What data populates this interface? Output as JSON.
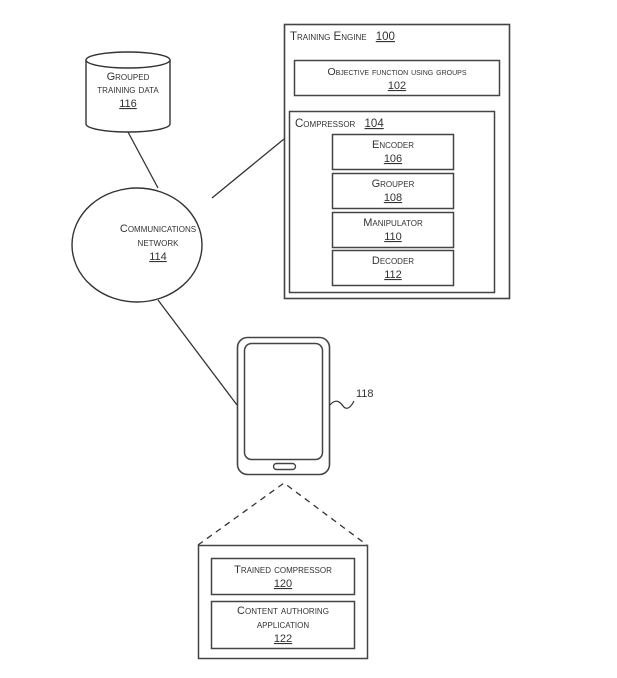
{
  "diagram": {
    "training_engine": {
      "label": "Training Engine",
      "number": "100"
    },
    "objective_function": {
      "label": "Objective function using groups",
      "number": "102"
    },
    "compressor": {
      "label": "Compressor",
      "number": "104"
    },
    "compressor_modules": [
      {
        "label": "Encoder",
        "number": "106"
      },
      {
        "label": "Grouper",
        "number": "108"
      },
      {
        "label": "Manipulator",
        "number": "110"
      },
      {
        "label": "Decoder",
        "number": "112"
      }
    ],
    "grouped_training_data": {
      "line1": "Grouped",
      "line2": "training data",
      "number": "116"
    },
    "communications_network": {
      "line1": "Communications",
      "line2": "network",
      "number": "114"
    },
    "client_device": {
      "number": "118"
    },
    "device_contents": [
      {
        "line1": "Trained compressor",
        "line2": "",
        "number": "120"
      },
      {
        "line1": "Content authoring",
        "line2": "application",
        "number": "122"
      }
    ]
  }
}
